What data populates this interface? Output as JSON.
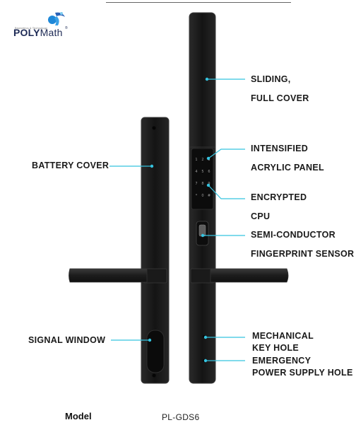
{
  "brand": {
    "tagline": "Biometrics & Technology",
    "name_bold": "POLY",
    "name_light": "Math",
    "registered": "®",
    "accent": "#1e88d8",
    "navy": "#1d2a55"
  },
  "callouts": {
    "sliding_cover": [
      "SLIDING,",
      "FULL COVER"
    ],
    "acrylic_panel": [
      "INTENSIFIED",
      "ACRYLIC PANEL"
    ],
    "cpu": [
      "ENCRYPTED",
      "CPU"
    ],
    "fingerprint": [
      "SEMI-CONDUCTOR",
      "FINGERPRINT SENSOR"
    ],
    "battery": "BATTERY COVER",
    "signal": "SIGNAL WINDOW",
    "key_hole": [
      "MECHANICAL",
      "KEY HOLE"
    ],
    "emergency": [
      "EMERGENCY",
      "POWER SUPPLY HOLE"
    ]
  },
  "keypad": [
    "1",
    "2",
    "3",
    "4",
    "5",
    "6",
    "7",
    "8",
    "9",
    "*",
    "0",
    "#"
  ],
  "footer": {
    "model_label": "Model",
    "model_value": "PL-GDS6"
  },
  "colors": {
    "callout_line": "#35c3df",
    "lock_body": "#1b1b1b",
    "lock_edge": "#3a3a3a"
  }
}
